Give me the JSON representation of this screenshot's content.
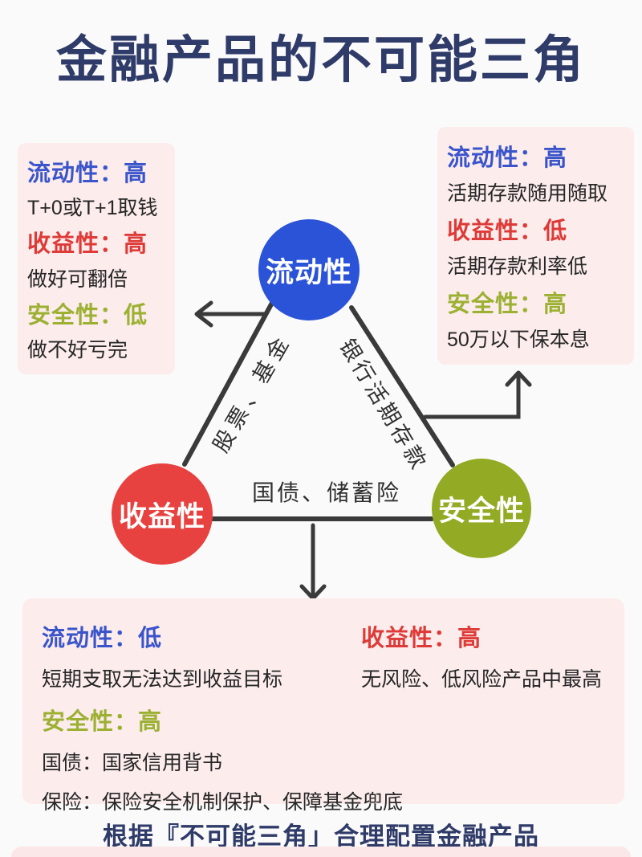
{
  "title": "金融产品的不可能三角",
  "footer": "根据『不可能三角」合理配置金融产品",
  "palette": {
    "title_navy": "#2f3b68",
    "liquidity_blue": "#3a55cb",
    "profit_red": "#de3a37",
    "safety_olive": "#9cb032",
    "card_pink": "#fcecec",
    "node_blue": "#2b53d8",
    "node_red": "#e7423f",
    "node_green": "#93aa24",
    "line_gray": "#3a3a3a"
  },
  "triangle": {
    "nodes": [
      {
        "id": "liquidity",
        "label": "流动性",
        "color": "#2b53d8"
      },
      {
        "id": "profitability",
        "label": "收益性",
        "color": "#e7423f"
      },
      {
        "id": "safety",
        "label": "安全性",
        "color": "#93aa24"
      }
    ],
    "edge_labels": {
      "left": "股票、基金",
      "right": "银行活期存款",
      "bottom": "国债、储蓄险"
    }
  },
  "cards": {
    "stocks_funds": {
      "liquidity_heading": "流动性：高",
      "liquidity_note": "T+0或T+1取钱",
      "profit_heading": "收益性：高",
      "profit_note": "做好可翻倍",
      "safety_heading": "安全性：低",
      "safety_note": "做不好亏完"
    },
    "bank_deposit": {
      "liquidity_heading": "流动性：高",
      "liquidity_note": "活期存款随用随取",
      "profit_heading": "收益性：低",
      "profit_note": "活期存款利率低",
      "safety_heading": "安全性：高",
      "safety_note": "50万以下保本息"
    },
    "bonds_insurance": {
      "liquidity_heading": "流动性：低",
      "liquidity_note": "短期支取无法达到收益目标",
      "profit_heading": "收益性：高",
      "profit_note": "无风险、低风险产品中最高",
      "safety_heading": "安全性：高",
      "bond_note": "国债：国家信用背书",
      "insurance_note": "保险：保险安全机制保护、保障基金兜底"
    }
  }
}
